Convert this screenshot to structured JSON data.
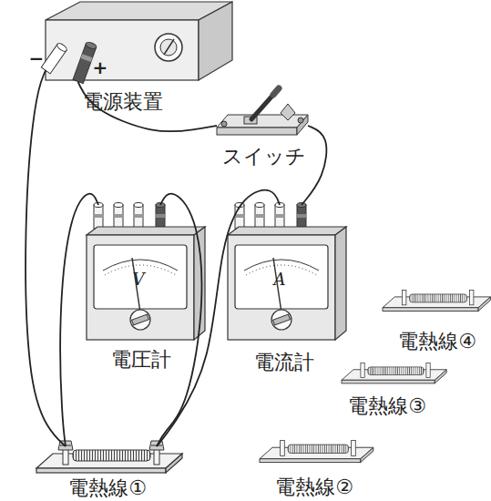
{
  "diagram": {
    "nodes": [
      {
        "text": [
          "−",
          "+",
          "電源装置"
        ]
      },
      {
        "text": [
          "スイッチ"
        ]
      },
      {
        "text": [
          "V",
          "電圧計"
        ]
      },
      {
        "text": [
          "A",
          "電流計"
        ]
      },
      {
        "text": [
          "電熱線①"
        ]
      },
      {
        "text": [
          "電熱線②"
        ]
      },
      {
        "text": [
          "電熱線③"
        ]
      },
      {
        "text": [
          "電熱線④"
        ]
      }
    ],
    "edges": [
      {
        "from": 0,
        "to": 4,
        "arrow": "none"
      },
      {
        "from": 0,
        "to": 1,
        "arrow": "none"
      },
      {
        "from": 1,
        "to": 3,
        "arrow": "none"
      },
      {
        "from": 3,
        "to": 4,
        "arrow": "none"
      },
      {
        "from": 2,
        "to": 4,
        "arrow": "none"
      },
      {
        "from": 2,
        "to": 4,
        "arrow": "none"
      }
    ]
  }
}
